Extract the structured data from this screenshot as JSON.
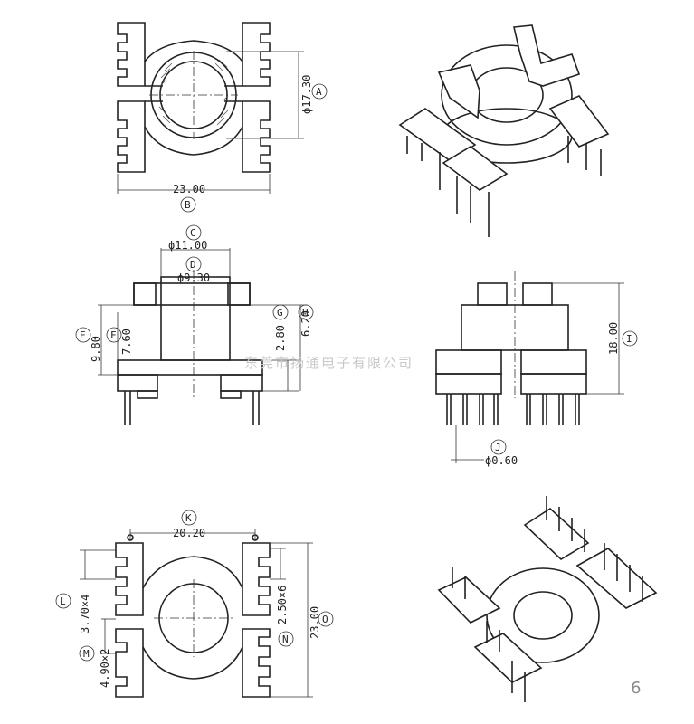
{
  "top_view": {
    "dim_A": "ϕ17.30",
    "label_A": "A",
    "dim_B": "23.00",
    "label_B": "B"
  },
  "front_view": {
    "dim_C": "ϕ11.00",
    "label_C": "C",
    "dim_D": "ϕ9.30",
    "label_D": "D",
    "dim_E": "9.80",
    "label_E": "E",
    "dim_F": "7.60",
    "label_F": "F",
    "dim_G": "2.80",
    "label_G": "G",
    "dim_H": "6.20",
    "label_H": "H"
  },
  "side_view": {
    "dim_I": "18.00",
    "label_I": "I",
    "dim_J": "ϕ0.60",
    "label_J": "J"
  },
  "bottom_view": {
    "dim_K": "20.20",
    "label_K": "K",
    "dim_L": "3.70×4",
    "label_L": "L",
    "dim_M": "4.90×2",
    "label_M": "M",
    "dim_N": "2.50×6",
    "label_N": "N",
    "dim_O": "23.00",
    "label_O": "O"
  },
  "watermark": "东莞市扬通电子有限公司",
  "page_number": "6"
}
